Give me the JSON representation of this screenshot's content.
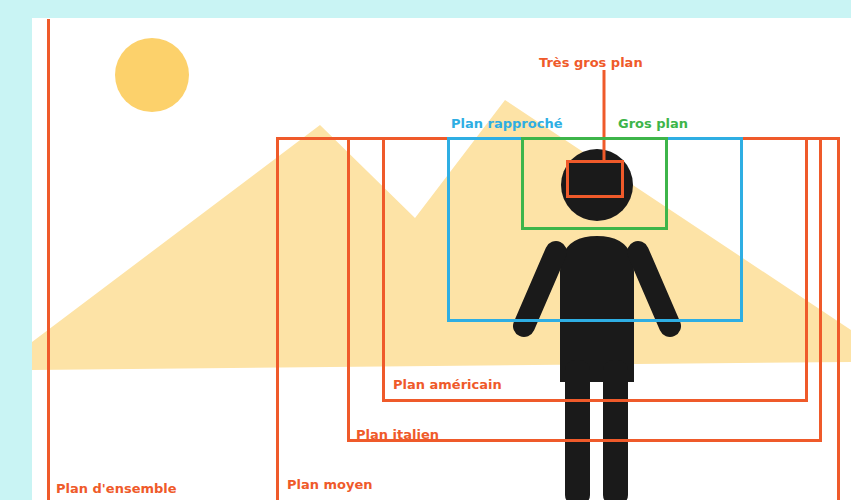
{
  "diagram": {
    "nodes": [
      {
        "text": [
          "Plan d'ensemble"
        ]
      },
      {
        "text": [
          "Plan moyen"
        ],
        "in": 0
      },
      {
        "text": [
          "Plan italien"
        ],
        "in": 1
      },
      {
        "text": [
          "Plan américain"
        ],
        "in": 2
      },
      {
        "text": [
          "Plan rapproché"
        ],
        "in": 3
      },
      {
        "text": [
          "Gros plan"
        ],
        "in": 4
      },
      {
        "text": [
          "Très gros plan"
        ],
        "in": 5
      }
    ]
  }
}
